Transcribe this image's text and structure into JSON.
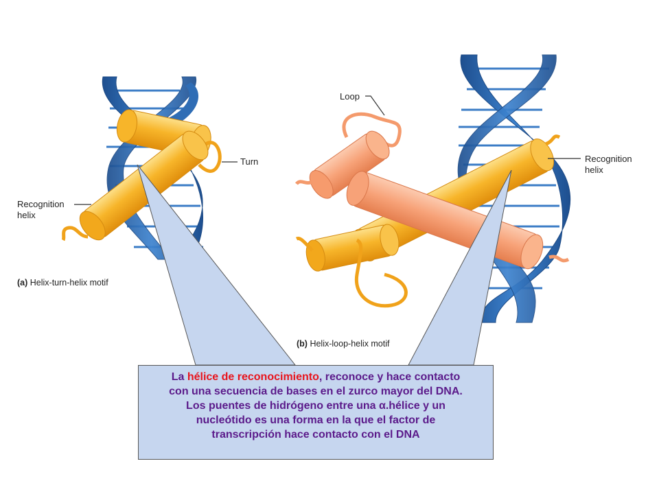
{
  "figure": {
    "panel_a": {
      "letter": "(a)",
      "title": "Helix-turn-helix motif",
      "labels": {
        "turn": "Turn",
        "recognition_line1": "Recognition",
        "recognition_line2": "helix"
      }
    },
    "panel_b": {
      "letter": "(b)",
      "title": "Helix-loop-helix motif",
      "labels": {
        "loop": "Loop",
        "recognition_line1": "Recognition",
        "recognition_line2": "helix"
      }
    },
    "colors": {
      "dna_strand": "#2f6db5",
      "dna_bases": "#3b7cc6",
      "helix_orange": "#f4a81c",
      "helix_salmon": "#f49a6c",
      "callout_fill": "#c6d6ef",
      "callout_text": "#5b1a8a",
      "highlight_text": "#e8141c"
    }
  },
  "callout": {
    "lead": "La ",
    "highlight": "hélice de reconocimiento",
    "rest_line1": ", reconoce y hace contacto",
    "line2": "con una secuencia de bases en el zurco mayor del DNA.",
    "line3_a": "Los puentes de hidrógeno entre una ",
    "alpha_symbol": "α",
    "line3_b": ".hélice y un",
    "line4": "nucleótido es una forma en la que el factor de",
    "line5": "transcripción hace contacto con el DNA"
  }
}
